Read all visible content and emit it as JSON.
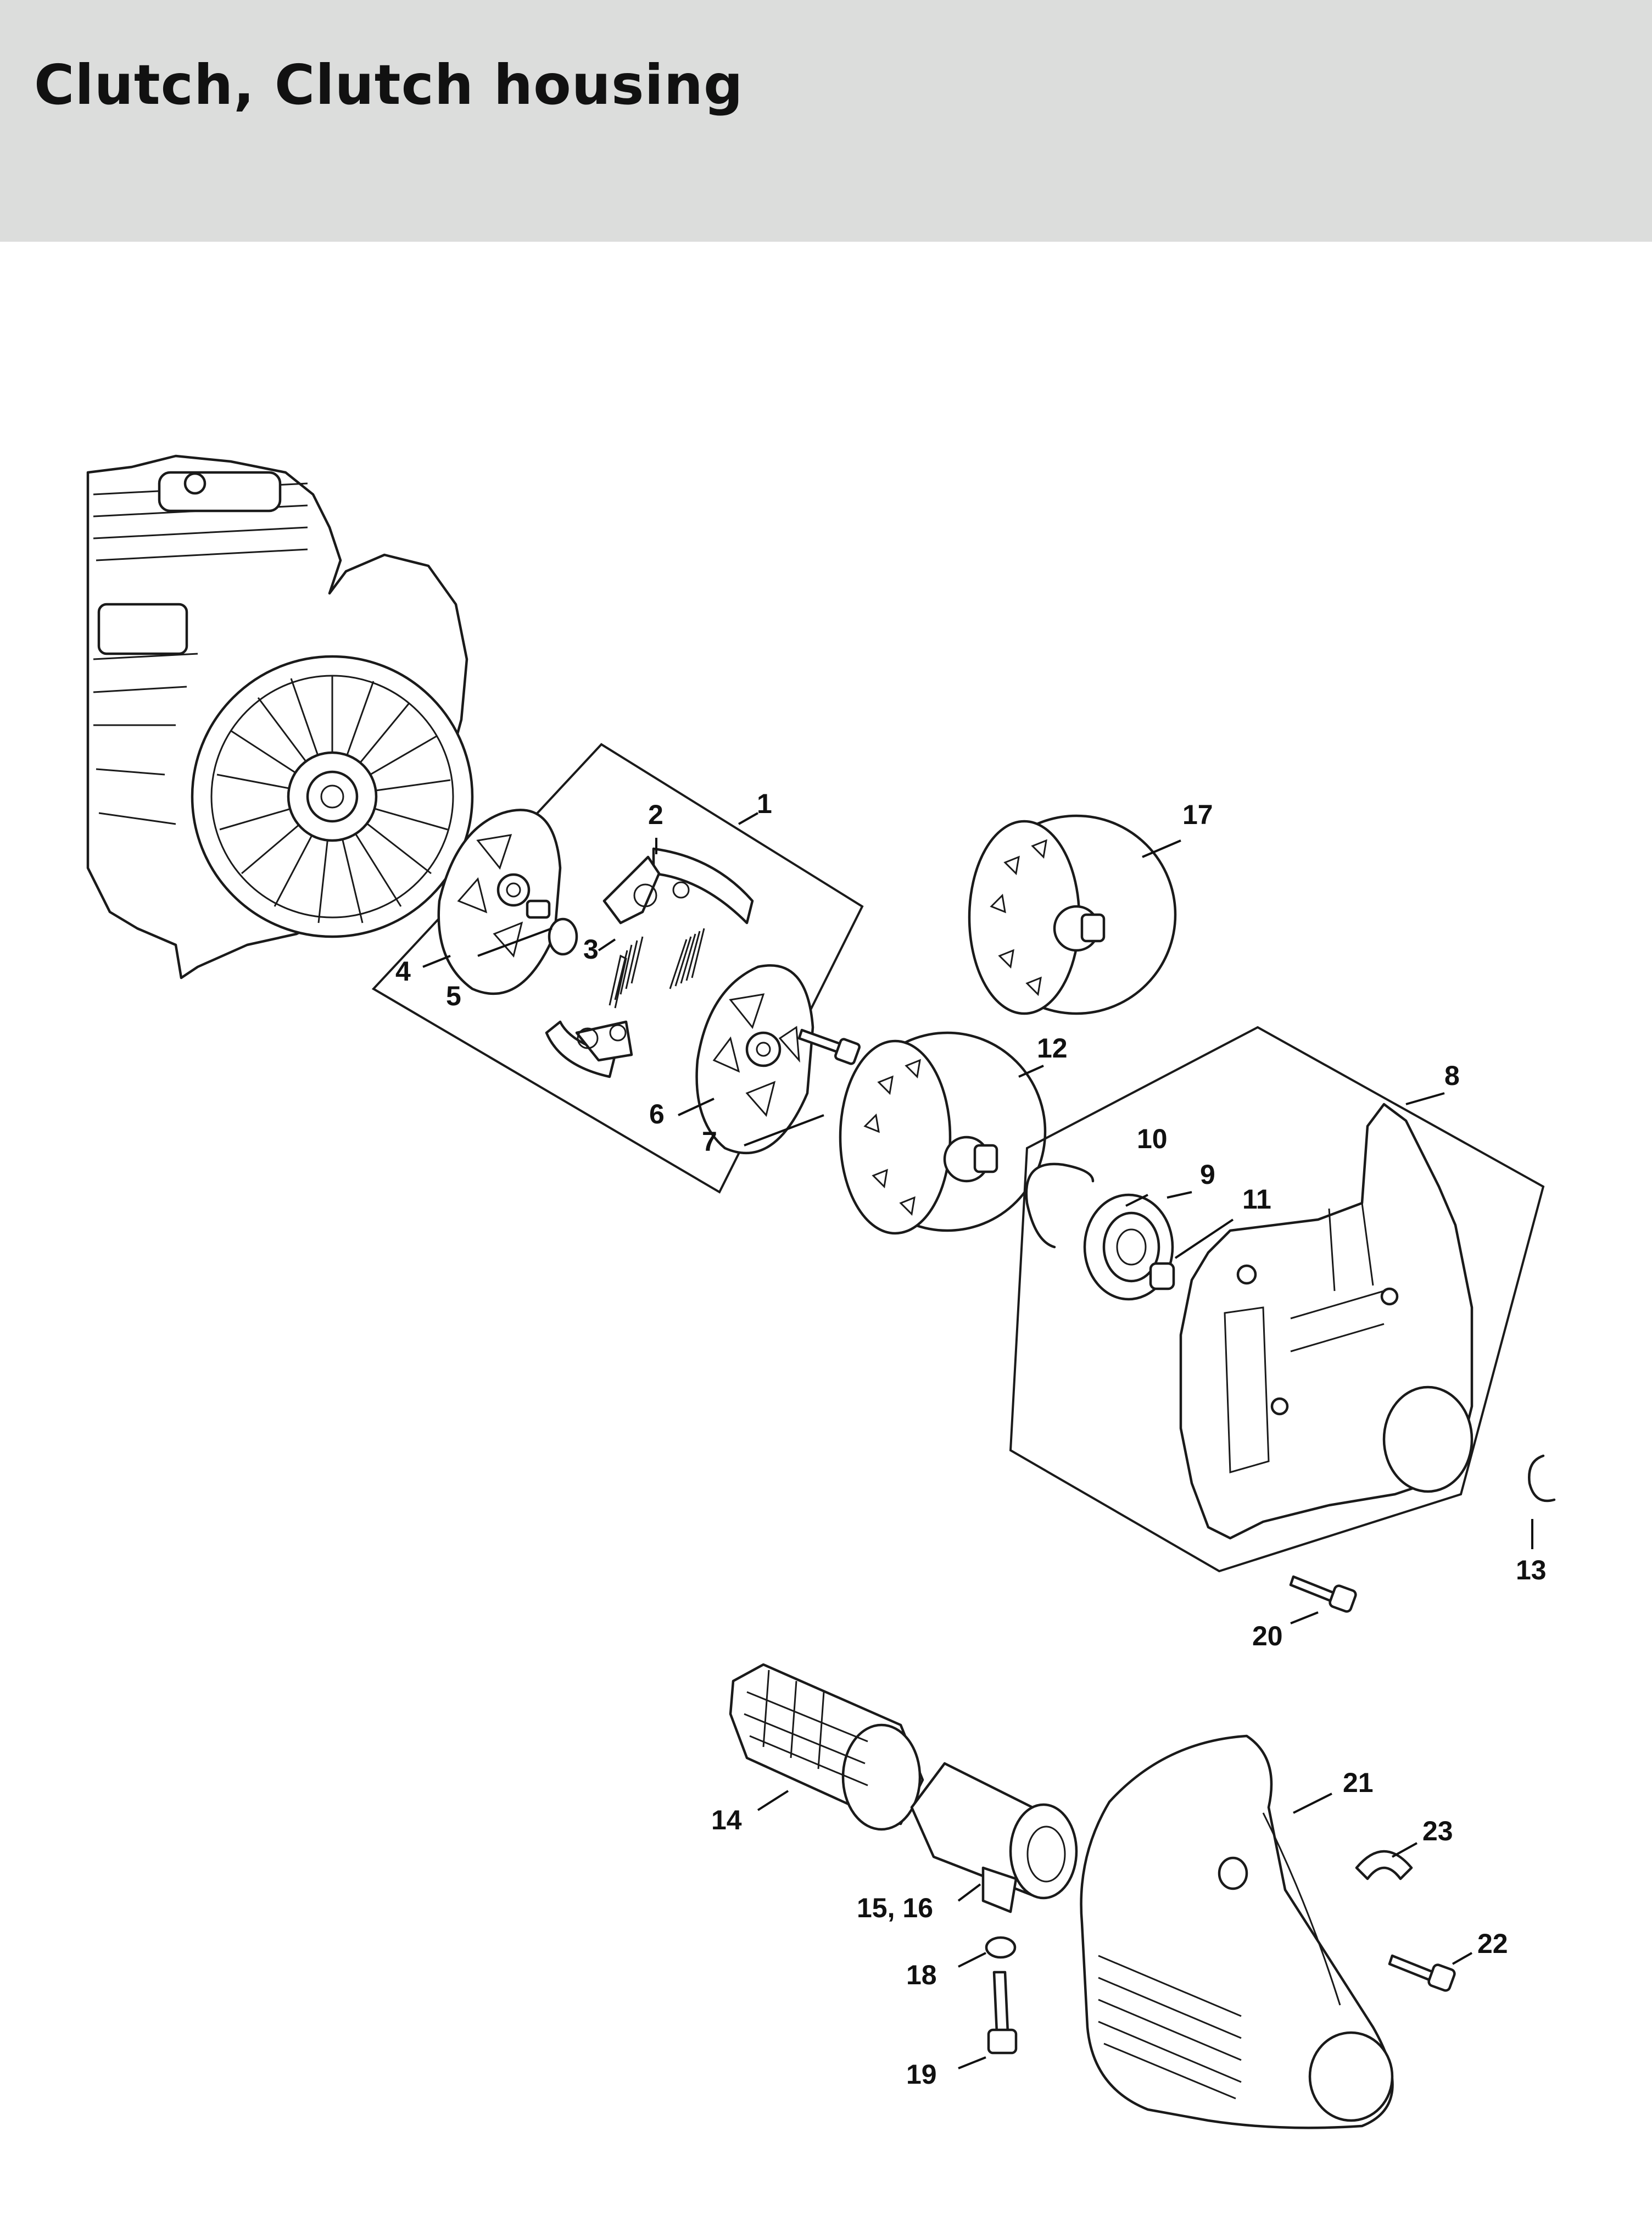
{
  "header": {
    "title": "Clutch, Clutch housing",
    "background": "#dcdddc"
  },
  "callouts": [
    {
      "id": "1",
      "label": "1"
    },
    {
      "id": "2",
      "label": "2"
    },
    {
      "id": "3",
      "label": "3"
    },
    {
      "id": "4",
      "label": "4"
    },
    {
      "id": "5",
      "label": "5"
    },
    {
      "id": "6",
      "label": "6"
    },
    {
      "id": "7",
      "label": "7"
    },
    {
      "id": "8",
      "label": "8"
    },
    {
      "id": "9",
      "label": "9"
    },
    {
      "id": "10",
      "label": "10"
    },
    {
      "id": "11",
      "label": "11"
    },
    {
      "id": "12",
      "label": "12"
    },
    {
      "id": "13",
      "label": "13"
    },
    {
      "id": "14",
      "label": "14"
    },
    {
      "id": "15-16",
      "label": "15, 16"
    },
    {
      "id": "17",
      "label": "17"
    },
    {
      "id": "18",
      "label": "18"
    },
    {
      "id": "19",
      "label": "19"
    },
    {
      "id": "20",
      "label": "20"
    },
    {
      "id": "21",
      "label": "21"
    },
    {
      "id": "22",
      "label": "22"
    },
    {
      "id": "23",
      "label": "23"
    }
  ]
}
